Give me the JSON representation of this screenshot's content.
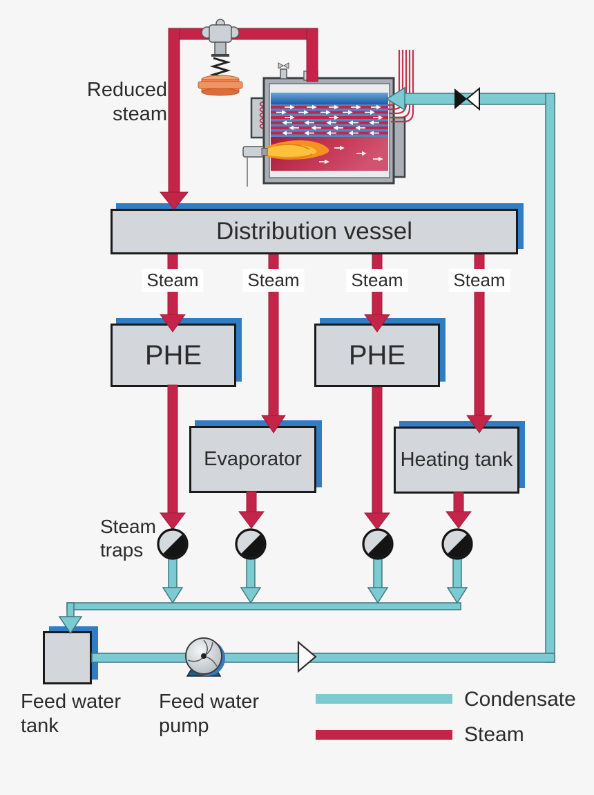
{
  "diagram": {
    "reduced_steam": "Reduced steam",
    "distribution_vessel": "Distribution vessel",
    "steam_labels": [
      "Steam",
      "Steam",
      "Steam",
      "Steam"
    ],
    "phe_left": "PHE",
    "phe_right": "PHE",
    "evaporator": "Evaporator",
    "heating_tank": "Heating tank",
    "steam_traps": "Steam traps",
    "feed_water_tank": "Feed water tank",
    "feed_water_pump": "Feed water pump"
  },
  "legend": {
    "items": [
      {
        "label": "Condensate",
        "color": "#7ccbd2"
      },
      {
        "label": "Steam",
        "color": "#c52449"
      }
    ]
  },
  "colors": {
    "steam_pipe": "#c52449",
    "condensate_pipe": "#7ccbd2",
    "box_fill": "#d3d7db",
    "box_shadow_blue": "#2f7dc4",
    "background": "#f6f6f7",
    "text": "#2b2b2b",
    "flame_orange": "#f5911e",
    "valve_base_orange": "#ef8350"
  }
}
